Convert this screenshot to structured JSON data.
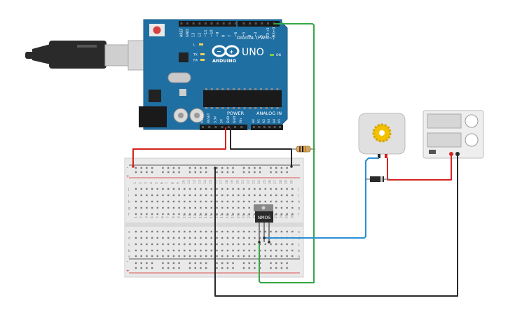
{
  "arduino": {
    "logo_text": "ARDUINO",
    "model": "UNO",
    "digital_header": "DIGITAL (PWM~)",
    "power_header": "POWER",
    "analog_header": "ANALOG IN",
    "led_on": "ON",
    "led_l": "L",
    "led_tx": "TX",
    "led_rx": "RX",
    "digital_pins": [
      "AREF",
      "GND",
      "13",
      "12",
      "~11",
      "~10",
      "~9",
      "8",
      "7",
      "~6",
      "~5",
      "4",
      "~3",
      "2",
      "TX→1",
      "RX←0"
    ],
    "power_pins": [
      "IOREF",
      "RESET",
      "3.3V",
      "5V",
      "GND",
      "GND",
      "Vin"
    ],
    "analog_pins": [
      "A0",
      "A1",
      "A2",
      "A3",
      "A4",
      "A5"
    ]
  },
  "mosfet": {
    "label": "NMOS"
  },
  "breadboard": {
    "row_letters_top": [
      "j",
      "i",
      "h",
      "g",
      "f"
    ],
    "row_letters_bottom": [
      "e",
      "d",
      "c",
      "b",
      "a"
    ],
    "column_numbers": [
      "1",
      "2",
      "3",
      "4",
      "5",
      "6",
      "7",
      "8",
      "9",
      "10",
      "11",
      "12",
      "13",
      "14",
      "15",
      "16",
      "17",
      "18",
      "19",
      "20",
      "21",
      "22",
      "23",
      "24",
      "25",
      "26",
      "27",
      "28",
      "29",
      "30"
    ],
    "rail_plus": "+",
    "rail_minus": "-"
  },
  "colors": {
    "arduino_board": "#1f6fa3",
    "wire_red": "#d6211f",
    "wire_black": "#2a2a2a",
    "wire_green": "#33a844",
    "wire_blue": "#2a8fd4",
    "breadboard": "#e9e9e9"
  },
  "components": {
    "motor": "dc-motor",
    "power_supply": "dc-power-supply",
    "resistor": "resistor",
    "diode": "diode",
    "usb": "usb-cable"
  }
}
